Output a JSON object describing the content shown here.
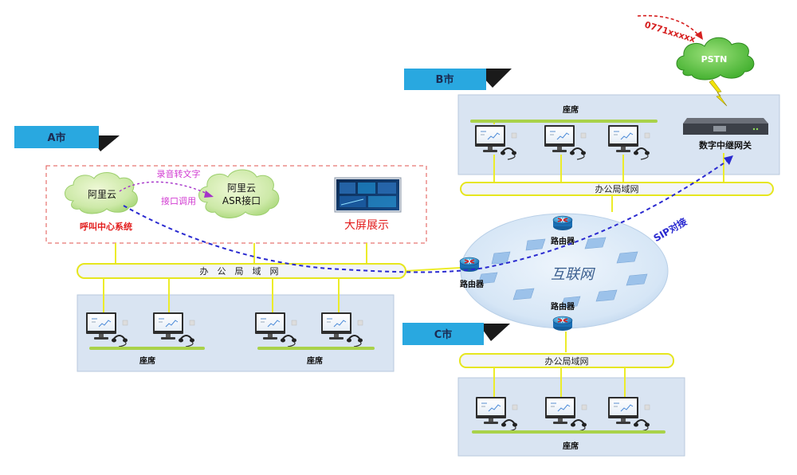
{
  "cities": {
    "a": {
      "name": "A市"
    },
    "b": {
      "name": "B市"
    },
    "c": {
      "name": "C市"
    }
  },
  "a_city": {
    "cloud_aliyun": "阿里云",
    "cloud_asr_line1": "阿里云",
    "cloud_asr_line2": "ASR接口",
    "recording_to_text": "录音转文字",
    "api_call": "接口调用",
    "call_center_system": "呼叫中心系统",
    "big_screen": "大屏展示",
    "lan": "办　公　局　域　网",
    "seat_group_left": "座席",
    "seat_group_right": "座席"
  },
  "b_city": {
    "seats": "座席",
    "gateway": "数字中继网关",
    "lan": "办公局域网"
  },
  "c_city": {
    "lan": "办公局域网",
    "seats": "座席"
  },
  "internet": {
    "name": "互联网",
    "router_left": "路由器",
    "router_top": "路由器",
    "router_bottom": "路由器"
  },
  "pstn": {
    "name": "PSTN",
    "number": "0771xxxxx"
  },
  "sip": "SIP对接",
  "colors": {
    "tab_blue": "#29a8e0",
    "panel_blue": "#d9e4f2",
    "lan_yellow": "#ecec2a",
    "cloud_green": "#64c446",
    "route_blue": "#2a2ad0",
    "pink": "#d23cd2",
    "red_text": "#e21b1b"
  }
}
